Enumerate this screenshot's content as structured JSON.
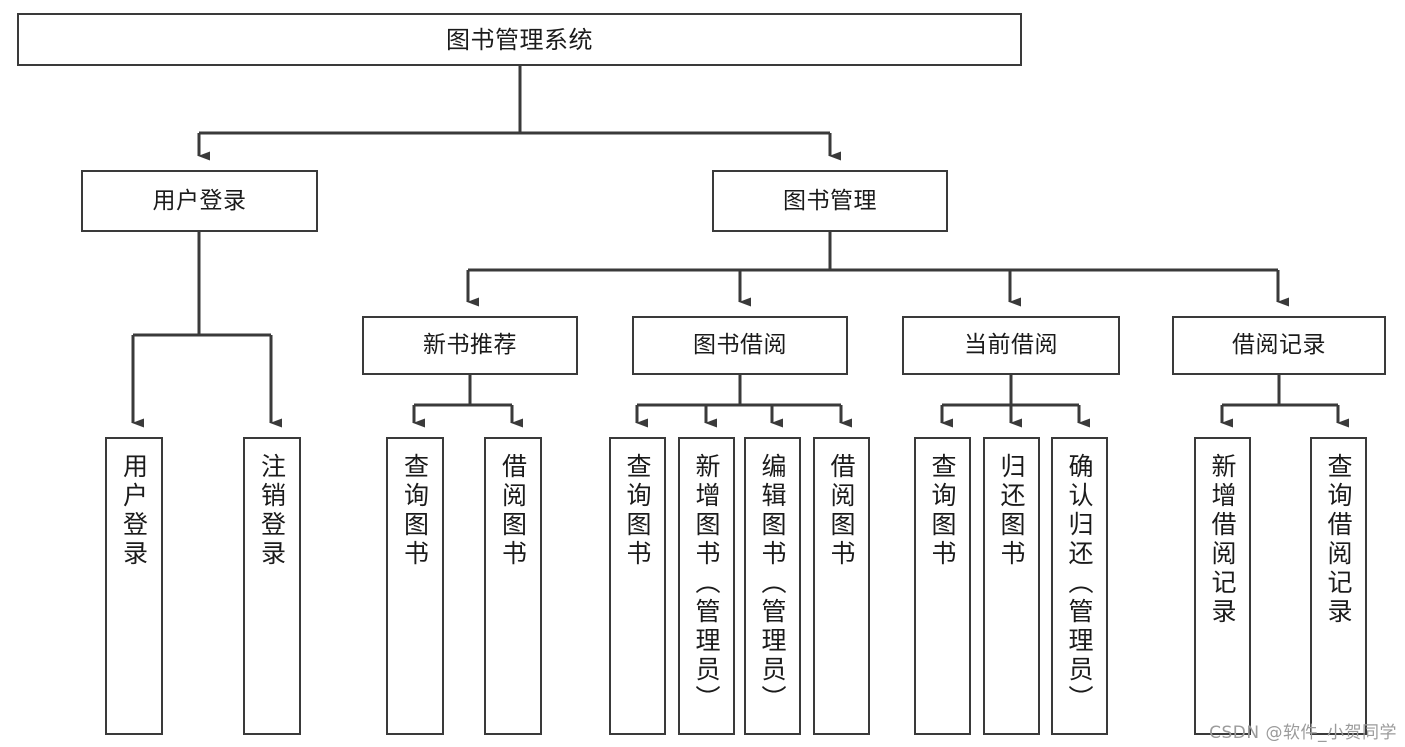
{
  "diagram": {
    "title": "图书管理系统",
    "type": "tree-structure-diagram",
    "line_color": "#3a3a3a",
    "box_fill": "#ffffff",
    "text_color": "#1b1b1b",
    "background": "#ffffff"
  },
  "root": {
    "label": "图书管理系统"
  },
  "level2": [
    {
      "label": "用户登录"
    },
    {
      "label": "图书管理"
    }
  ],
  "level3": [
    {
      "label": "新书推荐"
    },
    {
      "label": "图书借阅"
    },
    {
      "label": "当前借阅"
    },
    {
      "label": "借阅记录"
    }
  ],
  "leaves": {
    "user_login": [
      {
        "label": "用户登录"
      },
      {
        "label": "注销登录"
      }
    ],
    "new_book_recommend": [
      {
        "label": "查询图书"
      },
      {
        "label": "借阅图书"
      }
    ],
    "book_borrow": [
      {
        "label": "查询图书"
      },
      {
        "label": "新增图书（管理员）"
      },
      {
        "label": "编辑图书（管理员）"
      },
      {
        "label": "借阅图书"
      }
    ],
    "current_borrow": [
      {
        "label": "查询图书"
      },
      {
        "label": "归还图书"
      },
      {
        "label": "确认归还（管理员）"
      }
    ],
    "borrow_record": [
      {
        "label": "新增借阅记录"
      },
      {
        "label": "查询借阅记录"
      }
    ]
  },
  "watermark": {
    "text": "CSDN @软件_小贺同学"
  }
}
